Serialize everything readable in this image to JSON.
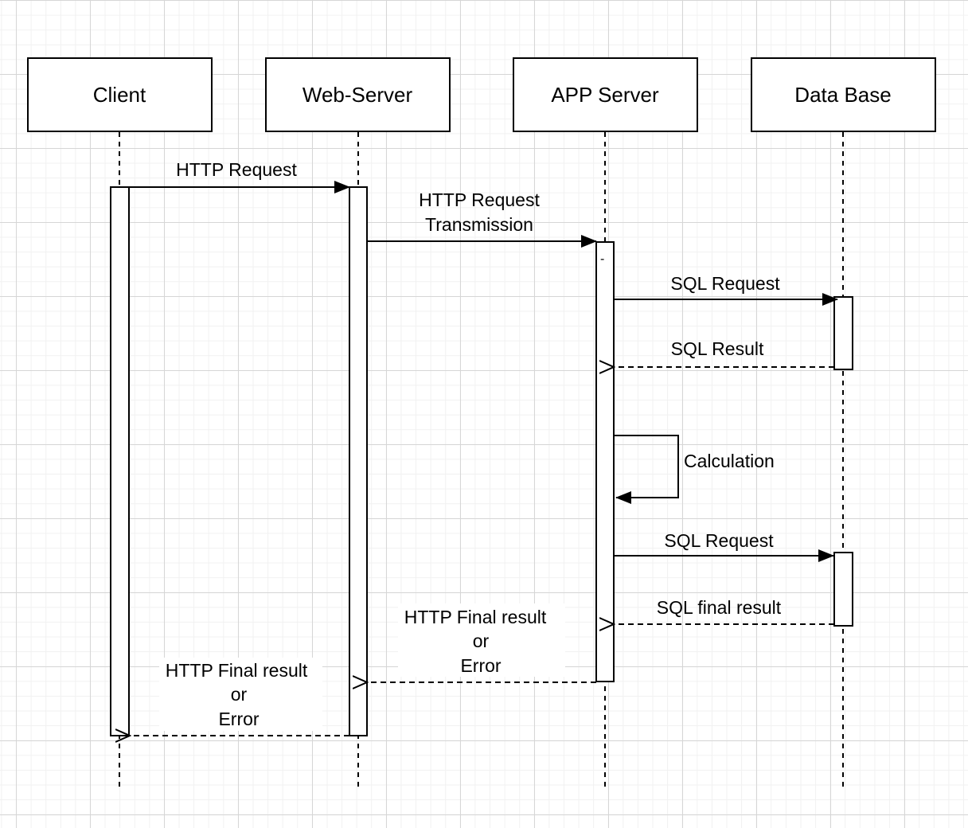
{
  "diagram": {
    "actors": [
      {
        "id": "client",
        "label": "Client"
      },
      {
        "id": "web",
        "label": "Web-Server"
      },
      {
        "id": "app",
        "label": "APP Server"
      },
      {
        "id": "db",
        "label": "Data Base"
      }
    ],
    "messages": [
      {
        "from": "Client",
        "to": "Web-Server",
        "label": "HTTP Request",
        "style": "solid"
      },
      {
        "from": "Web-Server",
        "to": "APP Server",
        "label": [
          "HTTP Request",
          "Transmission"
        ],
        "style": "solid"
      },
      {
        "from": "APP Server",
        "to": "Data Base",
        "label": "SQL Request",
        "style": "solid"
      },
      {
        "from": "Data Base",
        "to": "APP Server",
        "label": "SQL Result",
        "style": "dashed"
      },
      {
        "from": "APP Server",
        "to": "APP Server",
        "label": "Calculation",
        "style": "solid"
      },
      {
        "from": "APP Server",
        "to": "Data Base",
        "label": "SQL Request",
        "style": "solid"
      },
      {
        "from": "Data Base",
        "to": "APP Server",
        "label": "SQL final result",
        "style": "dashed"
      },
      {
        "from": "APP Server",
        "to": "Web-Server",
        "label": [
          "HTTP Final result",
          "or",
          "Error"
        ],
        "style": "dashed"
      },
      {
        "from": "Web-Server",
        "to": "Client",
        "label": [
          "HTTP Final result",
          "or",
          "Error"
        ],
        "style": "dashed"
      }
    ],
    "activation_mark": "-"
  }
}
